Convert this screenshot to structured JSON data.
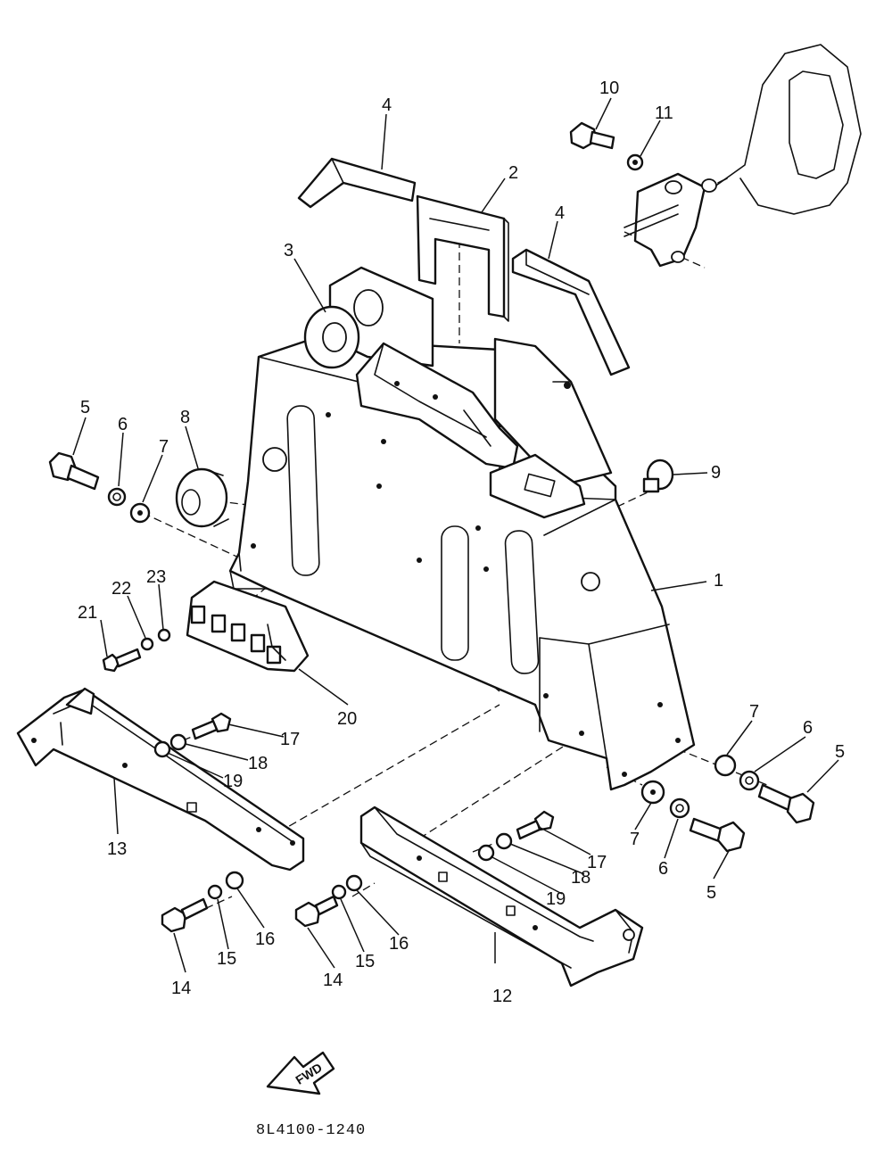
{
  "diagram": {
    "catalog_code": "8L4100-1240",
    "direction_label": "FWD",
    "callouts": [
      "1",
      "2",
      "3",
      "4",
      "4",
      "5",
      "5",
      "5",
      "6",
      "6",
      "6",
      "7",
      "7",
      "7",
      "8",
      "9",
      "10",
      "11",
      "12",
      "13",
      "14",
      "14",
      "15",
      "15",
      "16",
      "16",
      "17",
      "17",
      "18",
      "18",
      "19",
      "19",
      "20",
      "21",
      "22",
      "23"
    ]
  }
}
